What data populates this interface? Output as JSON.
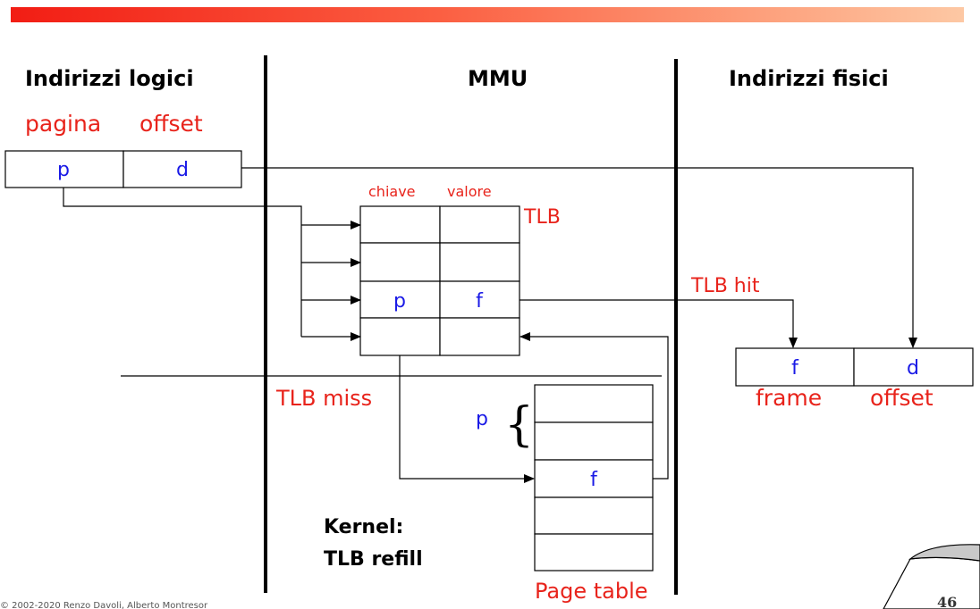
{
  "headers": {
    "logical": "Indirizzi logici",
    "mmu": "MMU",
    "physical": "Indirizzi fisici"
  },
  "logical_address": {
    "page_label": "pagina",
    "offset_label": "offset",
    "page_cell": "p",
    "offset_cell": "d"
  },
  "tlb": {
    "key_label": "chiave",
    "value_label": "valore",
    "name": "TLB",
    "rows": [
      {
        "key": "",
        "value": ""
      },
      {
        "key": "",
        "value": ""
      },
      {
        "key": "p",
        "value": "f"
      },
      {
        "key": "",
        "value": ""
      }
    ],
    "hit_label": "TLB  hit",
    "miss_label": "TLB miss"
  },
  "page_table": {
    "index_label": "p",
    "brace": "{",
    "frame_cell": "f",
    "name": "Page table"
  },
  "physical_address": {
    "frame_cell": "f",
    "offset_cell": "d",
    "frame_label": "frame",
    "offset_label": "offset"
  },
  "kernel": {
    "line1": "Kernel:",
    "line2": "TLB refill"
  },
  "footer": {
    "copyright": "© 2002-2020 Renzo Davoli, Alberto Montresor",
    "page_number": "46"
  },
  "colors": {
    "accent_red": "#e8231b",
    "accent_blue": "#1a1ae6",
    "bar_start": "#f21d14",
    "bar_end": "#fdc8a4"
  }
}
